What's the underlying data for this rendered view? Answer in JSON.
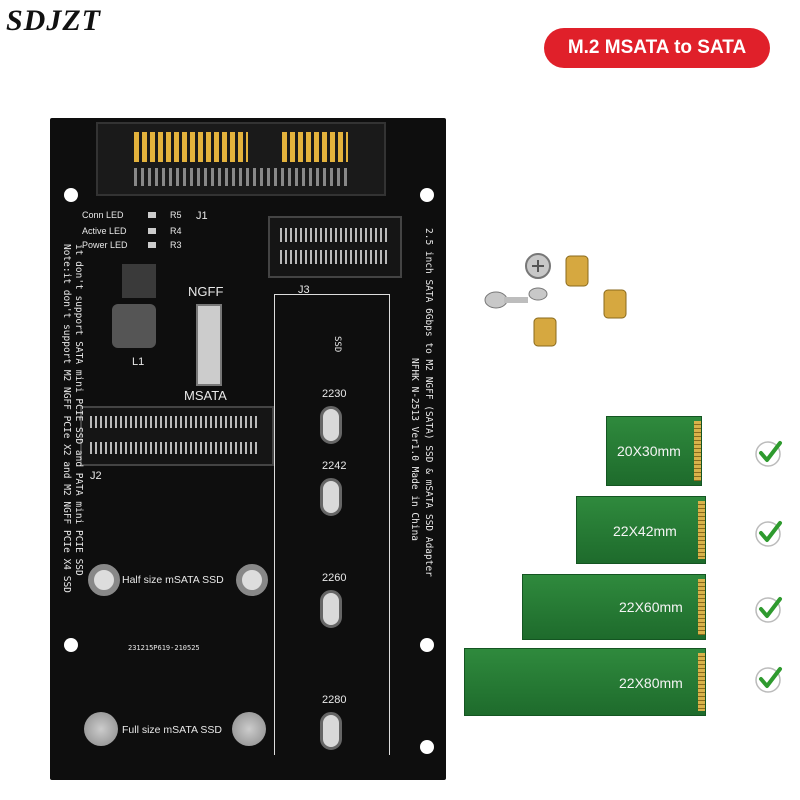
{
  "brand": "SDJZT",
  "title_badge": "M.2 MSATA to SATA",
  "board": {
    "connector_j1": "J1",
    "leds": [
      "Conn LED",
      "Active LED",
      "Power LED"
    ],
    "resistors": [
      "R5",
      "R4",
      "R3"
    ],
    "ngff_label": "NGFF",
    "msata_label": "MSATA",
    "j2": "J2",
    "j3": "J3",
    "l1": "L1",
    "note_line1": "Note:it don't support M2 NGFF PCIe X2 and M2 NGFF PCIe X4 SSD",
    "note_line2": "it don't support SATA mini PCIE SSD and PATA mini PCIE SSD",
    "spec_line1": "2.5 inch SATA 6Gbps to M2 NGFF (SATA) SSD & mSATA SSD Adapter",
    "spec_line2": "NFHK N-2513 Ver1.0 Made in China",
    "ssd_arrow": "SSD",
    "mount_sizes": [
      "2230",
      "2242",
      "2260",
      "2280"
    ],
    "half_size": "Half size mSATA SSD",
    "full_size": "Full size mSATA SSD",
    "serial": "231215P619-210525"
  },
  "cards": [
    "20X30mm",
    "22X42mm",
    "22X60mm",
    "22X80mm"
  ],
  "colors": {
    "badge": "#e0202a",
    "pcb": "#0e0e0e",
    "card": "#2f8a3d",
    "check": "#2e9a2e"
  }
}
